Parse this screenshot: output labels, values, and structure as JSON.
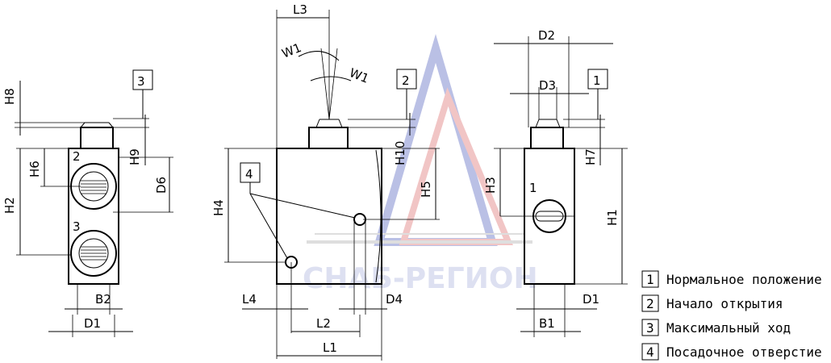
{
  "dimensions": {
    "h8": "H8",
    "h6": "H6",
    "h2": "H2",
    "h9": "H9",
    "d6": "D6",
    "b2": "B2",
    "d1_left": "D1",
    "l3": "L3",
    "w1a": "W1",
    "w1b": "W1",
    "h10": "H10",
    "h5": "H5",
    "h4": "H4",
    "l4": "L4",
    "d4": "D4",
    "l2": "L2",
    "l1": "L1",
    "d2": "D2",
    "d3": "D3",
    "h3": "H3",
    "h7": "H7",
    "h1": "H1",
    "d1_right": "D1",
    "b1": "B1"
  },
  "markers": {
    "m1": "1",
    "m2": "2",
    "m3": "3",
    "m4": "4",
    "port1": "1",
    "port2": "2",
    "port3": "3"
  },
  "legend": [
    {
      "num": "1",
      "text": "Нормальное положение"
    },
    {
      "num": "2",
      "text": "Начало открытия"
    },
    {
      "num": "3",
      "text": "Максимальный ход"
    },
    {
      "num": "4",
      "text": "Посадочное отверстие"
    }
  ],
  "watermark": {
    "text": "СНАБ-РЕГИОН",
    "colors": {
      "blue": "#8d97d4",
      "red": "#e8a0a0",
      "gray": "#c9c9c9"
    }
  }
}
